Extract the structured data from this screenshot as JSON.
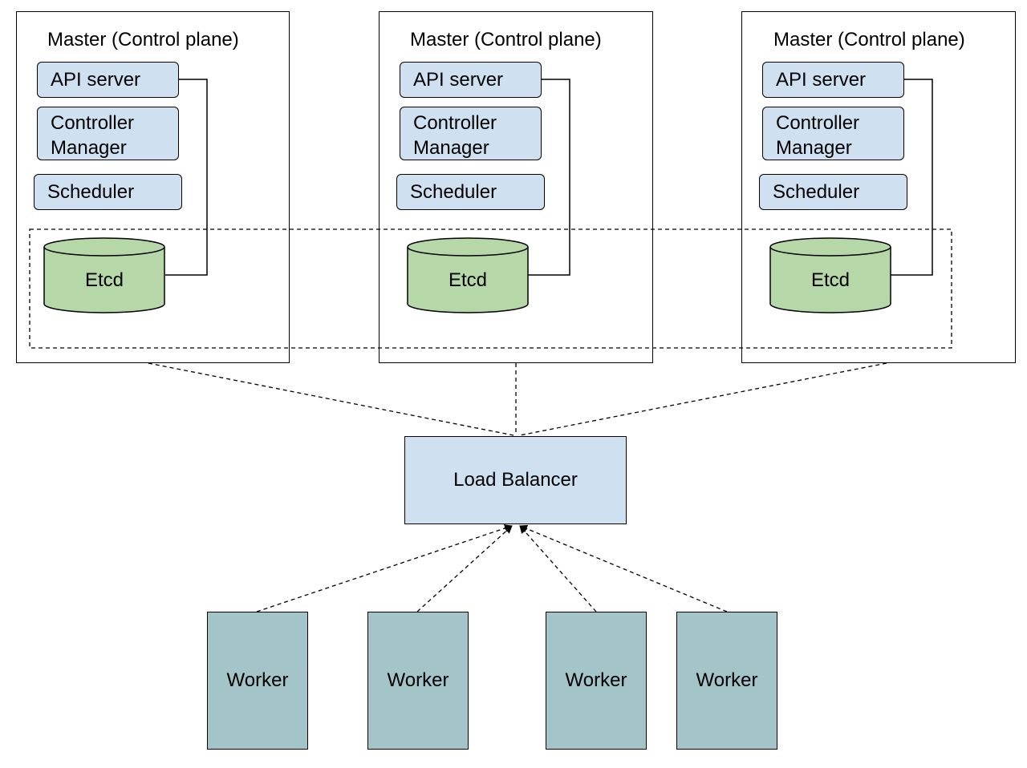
{
  "masters": [
    {
      "title": "Master (Control plane)",
      "api_server": "API server",
      "controller_manager": [
        "Controller",
        "Manager"
      ],
      "scheduler": "Scheduler",
      "etcd": "Etcd"
    },
    {
      "title": "Master (Control plane)",
      "api_server": "API server",
      "controller_manager": [
        "Controller",
        "Manager"
      ],
      "scheduler": "Scheduler",
      "etcd": "Etcd"
    },
    {
      "title": "Master (Control plane)",
      "api_server": "API server",
      "controller_manager": [
        "Controller",
        "Manager"
      ],
      "scheduler": "Scheduler",
      "etcd": "Etcd"
    }
  ],
  "load_balancer": {
    "label": "Load Balancer"
  },
  "workers": [
    {
      "label": "Worker"
    },
    {
      "label": "Worker"
    },
    {
      "label": "Worker"
    },
    {
      "label": "Worker"
    }
  ],
  "colors": {
    "component_fill": "#cfe0f1",
    "etcd_fill": "#b6d7a8",
    "worker_fill": "#a3c4c9",
    "stroke": "#000000"
  }
}
